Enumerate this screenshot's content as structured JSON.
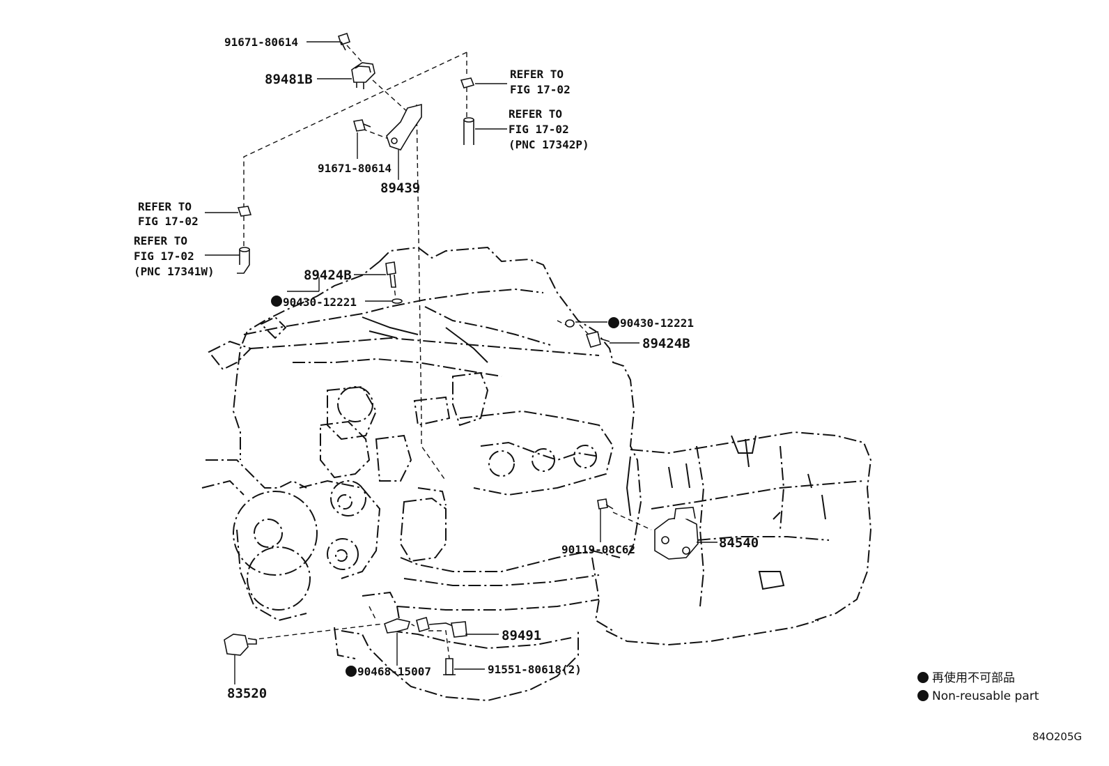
{
  "labels": {
    "bolt_top": "91671-80614",
    "sensor_89481b": "89481B",
    "refer_right_clip_1": "REFER TO",
    "refer_right_clip_2": "FIG 17-02",
    "refer_right_hose_1": "REFER TO",
    "refer_right_hose_2": "FIG 17-02",
    "refer_right_hose_3": "(PNC 17342P)",
    "bolt_bracket": "91671-80614",
    "bracket_89439": "89439",
    "refer_left_clip_1": "REFER TO",
    "refer_left_clip_2": "FIG 17-02",
    "refer_left_hose_1": "REFER TO",
    "refer_left_hose_2": "FIG 17-02",
    "refer_left_hose_3": "(PNC 17341W)",
    "sensor_89424b_left": "89424B",
    "gasket_left": "90430-12221",
    "gasket_right": "90430-12221",
    "sensor_89424b_right": "89424B",
    "bolt_84540": "90119-08C62",
    "switch_84540": "84540",
    "sensor_89491": "89491",
    "bolt_89491": "91551-80618(2)",
    "gasket_89491": "90468-15007",
    "sensor_83520": "83520"
  },
  "legend": {
    "japanese": "再使用不可部品",
    "english": "Non-reusable part"
  },
  "figure_code": "84O205G"
}
